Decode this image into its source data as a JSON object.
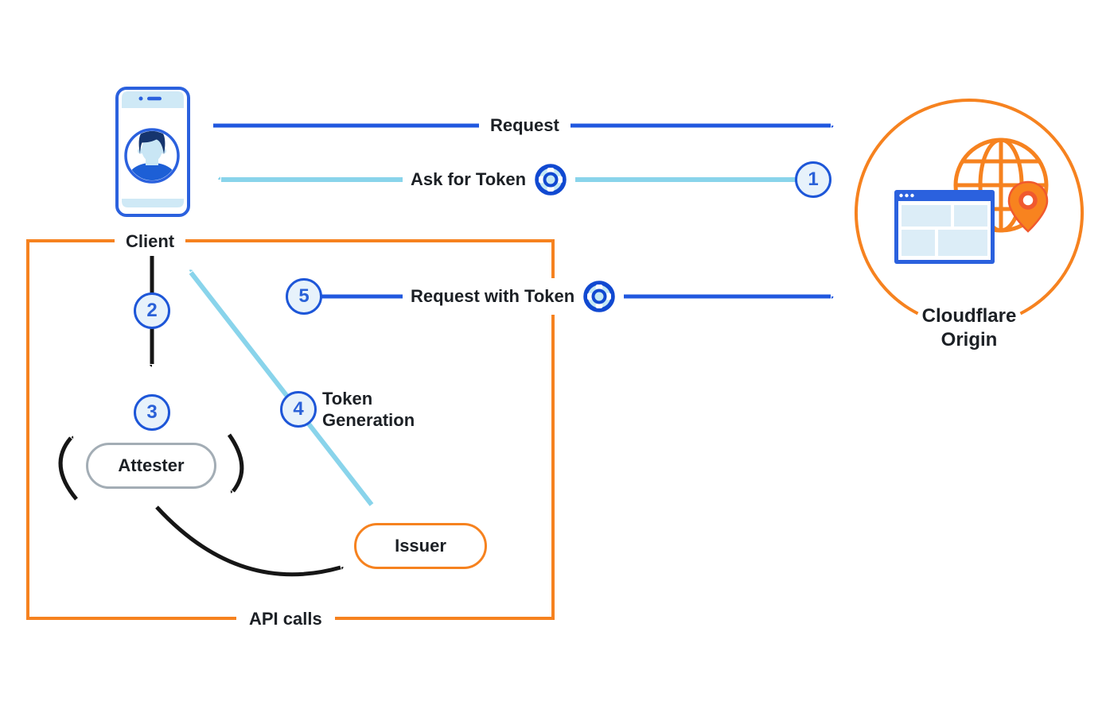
{
  "diagram": {
    "nodes": {
      "client": {
        "label": "Client",
        "icon": "mobile-user-icon"
      },
      "attester": {
        "label": "Attester"
      },
      "issuer": {
        "label": "Issuer"
      },
      "cloudflare_origin": {
        "label_line1": "Cloudflare",
        "label_line2": "Origin",
        "icon": "globe-browser-pin-icon"
      }
    },
    "boundary": {
      "label": "API calls"
    },
    "arrows": {
      "request": {
        "label": "Request"
      },
      "ask_for_token": {
        "step": "1",
        "label": "Ask for Token",
        "icon": "token-icon"
      },
      "client_to_attester": {
        "step": "2"
      },
      "attestation": {
        "step": "3"
      },
      "token_generation": {
        "step": "4",
        "label_line1": "Token",
        "label_line2": "Generation"
      },
      "request_with_token": {
        "step": "5",
        "label": "Request with Token",
        "icon": "token-icon"
      }
    },
    "colors": {
      "blue_arrow": "#2158DF",
      "light_blue_arrow": "#89D4EB",
      "orange": "#F6821F",
      "black_arrow": "#161616",
      "step_circle_fill": "#E7F2FB",
      "step_circle_border": "#1D56D8",
      "attester_border": "#A3ADB5"
    }
  }
}
